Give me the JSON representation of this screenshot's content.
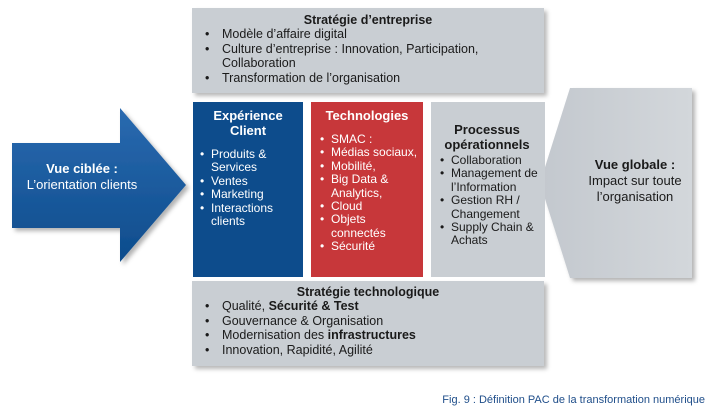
{
  "top_box": {
    "title": "Stratégie d’entreprise",
    "items": [
      "Modèle d’affaire digital",
      "Culture d’entreprise : Innovation, Participation, Collaboration",
      "Transformation de l’organisation"
    ]
  },
  "left_arrow": {
    "title": "Vue ciblée :",
    "subtitle": "L’orientation clients"
  },
  "right_arrow": {
    "title": "Vue globale :",
    "subtitle": "Impact sur toute l’organisation"
  },
  "columns": {
    "client": {
      "title": "Expérience Client",
      "items": [
        "Produits & Services",
        "Ventes",
        "Marketing",
        "Interactions clients"
      ]
    },
    "tech": {
      "title": "Technologies",
      "items": [
        "SMAC :",
        "Médias sociaux,",
        "Mobilité,",
        "Big Data  & Analytics,",
        "Cloud",
        "Objets connectés",
        "Sécurité"
      ]
    },
    "process": {
      "title": "Processus opérationnels",
      "items": [
        "Collaboration",
        "Management de l’Information",
        "Gestion RH / Changement",
        "Supply Chain & Achats"
      ]
    }
  },
  "bottom_box": {
    "title": "Stratégie technologique",
    "items": [
      {
        "pre": "Qualité, ",
        "bold": "Sécurité & Test",
        "post": ""
      },
      {
        "pre": "Gouvernance & Organisation",
        "bold": "",
        "post": ""
      },
      {
        "pre": "Modernisation des ",
        "bold": "infrastructures",
        "post": ""
      },
      {
        "pre": "Innovation, Rapidité, Agilité",
        "bold": "",
        "post": ""
      }
    ]
  },
  "caption": "Fig. 9 : Définition PAC de la transformation numérique",
  "colors": {
    "blue": "#0d4c8c",
    "red": "#c7373a",
    "grey": "#c9ced3"
  }
}
